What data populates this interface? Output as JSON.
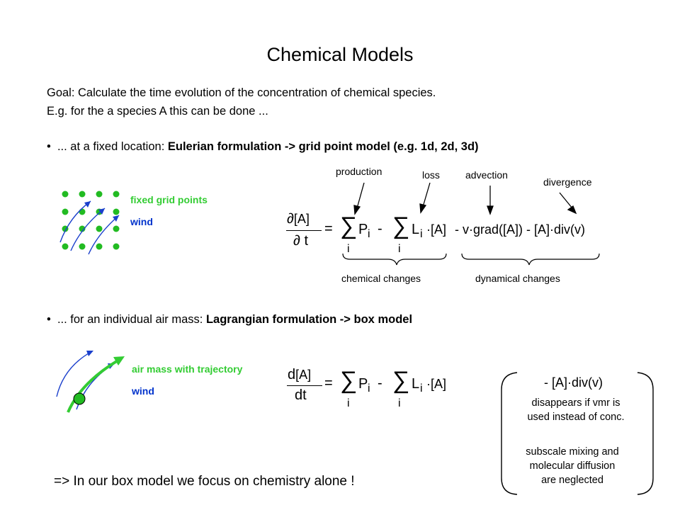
{
  "title": "Chemical Models",
  "intro": {
    "goal": "Goal: Calculate the time evolution of the concentration of chemical species.",
    "example": "E.g. for the a species A this can be done ..."
  },
  "bullet1": {
    "bullet": "•",
    "prefix": "... at a fixed location: ",
    "bold": "Eulerian formulation -> grid point model (e.g. 1d, 2d, 3d)"
  },
  "euler_legend": {
    "grid": "fixed grid points",
    "wind": "wind"
  },
  "euler_labels": {
    "production": "production",
    "loss": "loss",
    "advection": "advection",
    "divergence": "divergence",
    "chemical": "chemical changes",
    "dynamical": "dynamical changes"
  },
  "euler_eq": {
    "partial_top": "∂",
    "numerator": "[A]",
    "partial_bottom": "∂",
    "denominator": "t",
    "equals": "=",
    "sum": "∑",
    "P": "P",
    "i": "i",
    "minus": "-",
    "L": "L",
    "term_a": "·[A]",
    "rest": "- v·grad([A]) - [A]·div(v)"
  },
  "bullet2": {
    "bullet": "•",
    "prefix": "... for an individual air mass: ",
    "bold": "Lagrangian formulation -> box model"
  },
  "lagrange_legend": {
    "air": "air mass with trajectory",
    "wind": "wind"
  },
  "lagrange_eq": {
    "d_top": "d",
    "numerator": "[A]",
    "denominator": "dt",
    "equals": "=",
    "sum": "∑",
    "P": "P",
    "i": "i",
    "minus": "-",
    "L": "L",
    "term_a": "·[A]"
  },
  "note": {
    "term": "- [A]·div(v)",
    "line1": "disappears if vmr is",
    "line2": "used instead of conc.",
    "line3": "subscale mixing and",
    "line4": "molecular diffusion",
    "line5": "are neglected"
  },
  "conclusion": "=>  In our box model we focus on chemistry alone !",
  "colors": {
    "dot": "#22bb22",
    "wind": "#1a3fcc",
    "trajectory": "#33cc33"
  }
}
